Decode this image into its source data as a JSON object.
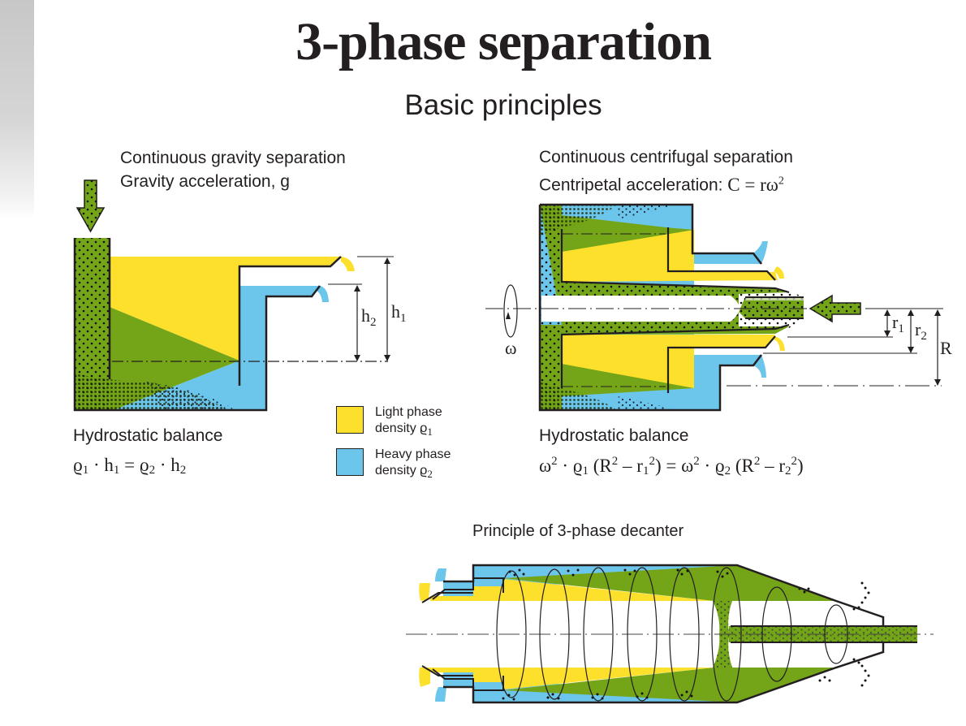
{
  "title": "3-phase separation",
  "subtitle": "Basic principles",
  "colors": {
    "light_phase": "#fde02c",
    "heavy_phase": "#6cc5ea",
    "solids": "#74a519",
    "outline": "#231f20",
    "side_strip": "#c7c7c7"
  },
  "gravity": {
    "heading_line1": "Continuous gravity separation",
    "heading_line2": "Gravity acceleration, g",
    "balance_label": "Hydrostatic balance",
    "formula": {
      "rho1": "ϱ",
      "sub1": "1",
      "dot1": "·",
      "h1": "h",
      "hsub1": "1",
      "eq": "=",
      "rho2": "ϱ",
      "sub2": "2",
      "dot2": "·",
      "h2": "h",
      "hsub2": "2"
    },
    "dims": {
      "h2": "h",
      "h2_sub": "2",
      "h1": "h",
      "h1_sub": "1"
    },
    "feed_icon": "down-arrow-icon"
  },
  "legend": [
    {
      "line1": "Light phase",
      "line2": "density ϱ",
      "sub": "1",
      "color_key": "light_phase"
    },
    {
      "line1": "Heavy phase",
      "line2": "density ϱ",
      "sub": "2",
      "color_key": "heavy_phase"
    }
  ],
  "centrifugal": {
    "heading_line1": "Continuous centrifugal separation",
    "heading_line2": "Centripetal acceleration: ",
    "heading_formula": "C = rω",
    "heading_sup": "2",
    "balance_label": "Hydrostatic balance",
    "formula": {
      "p1": "ω",
      "p1sup": "2",
      "p2": " · ϱ",
      "p2sub": "1",
      "p3": " (R",
      "p3sup": "2",
      "p4": " – r",
      "p4sub": "1",
      "p4sup": "2",
      "p5": ") = ω",
      "p5sup": "2",
      "p6": " · ϱ",
      "p6sub": "2",
      "p7": " (R",
      "p7sup": "2",
      "p8": " – r",
      "p8sub": "2",
      "p8sup": "2",
      "p9": ")"
    },
    "dims": {
      "omega": "ω",
      "r1": "r",
      "r1_sub": "1",
      "r2": "r",
      "r2_sub": "2",
      "R": "R"
    },
    "feed_icon": "left-arrow-icon",
    "rotation_icon": "rotation-icon"
  },
  "decanter": {
    "caption": "Principle of 3-phase decanter"
  }
}
